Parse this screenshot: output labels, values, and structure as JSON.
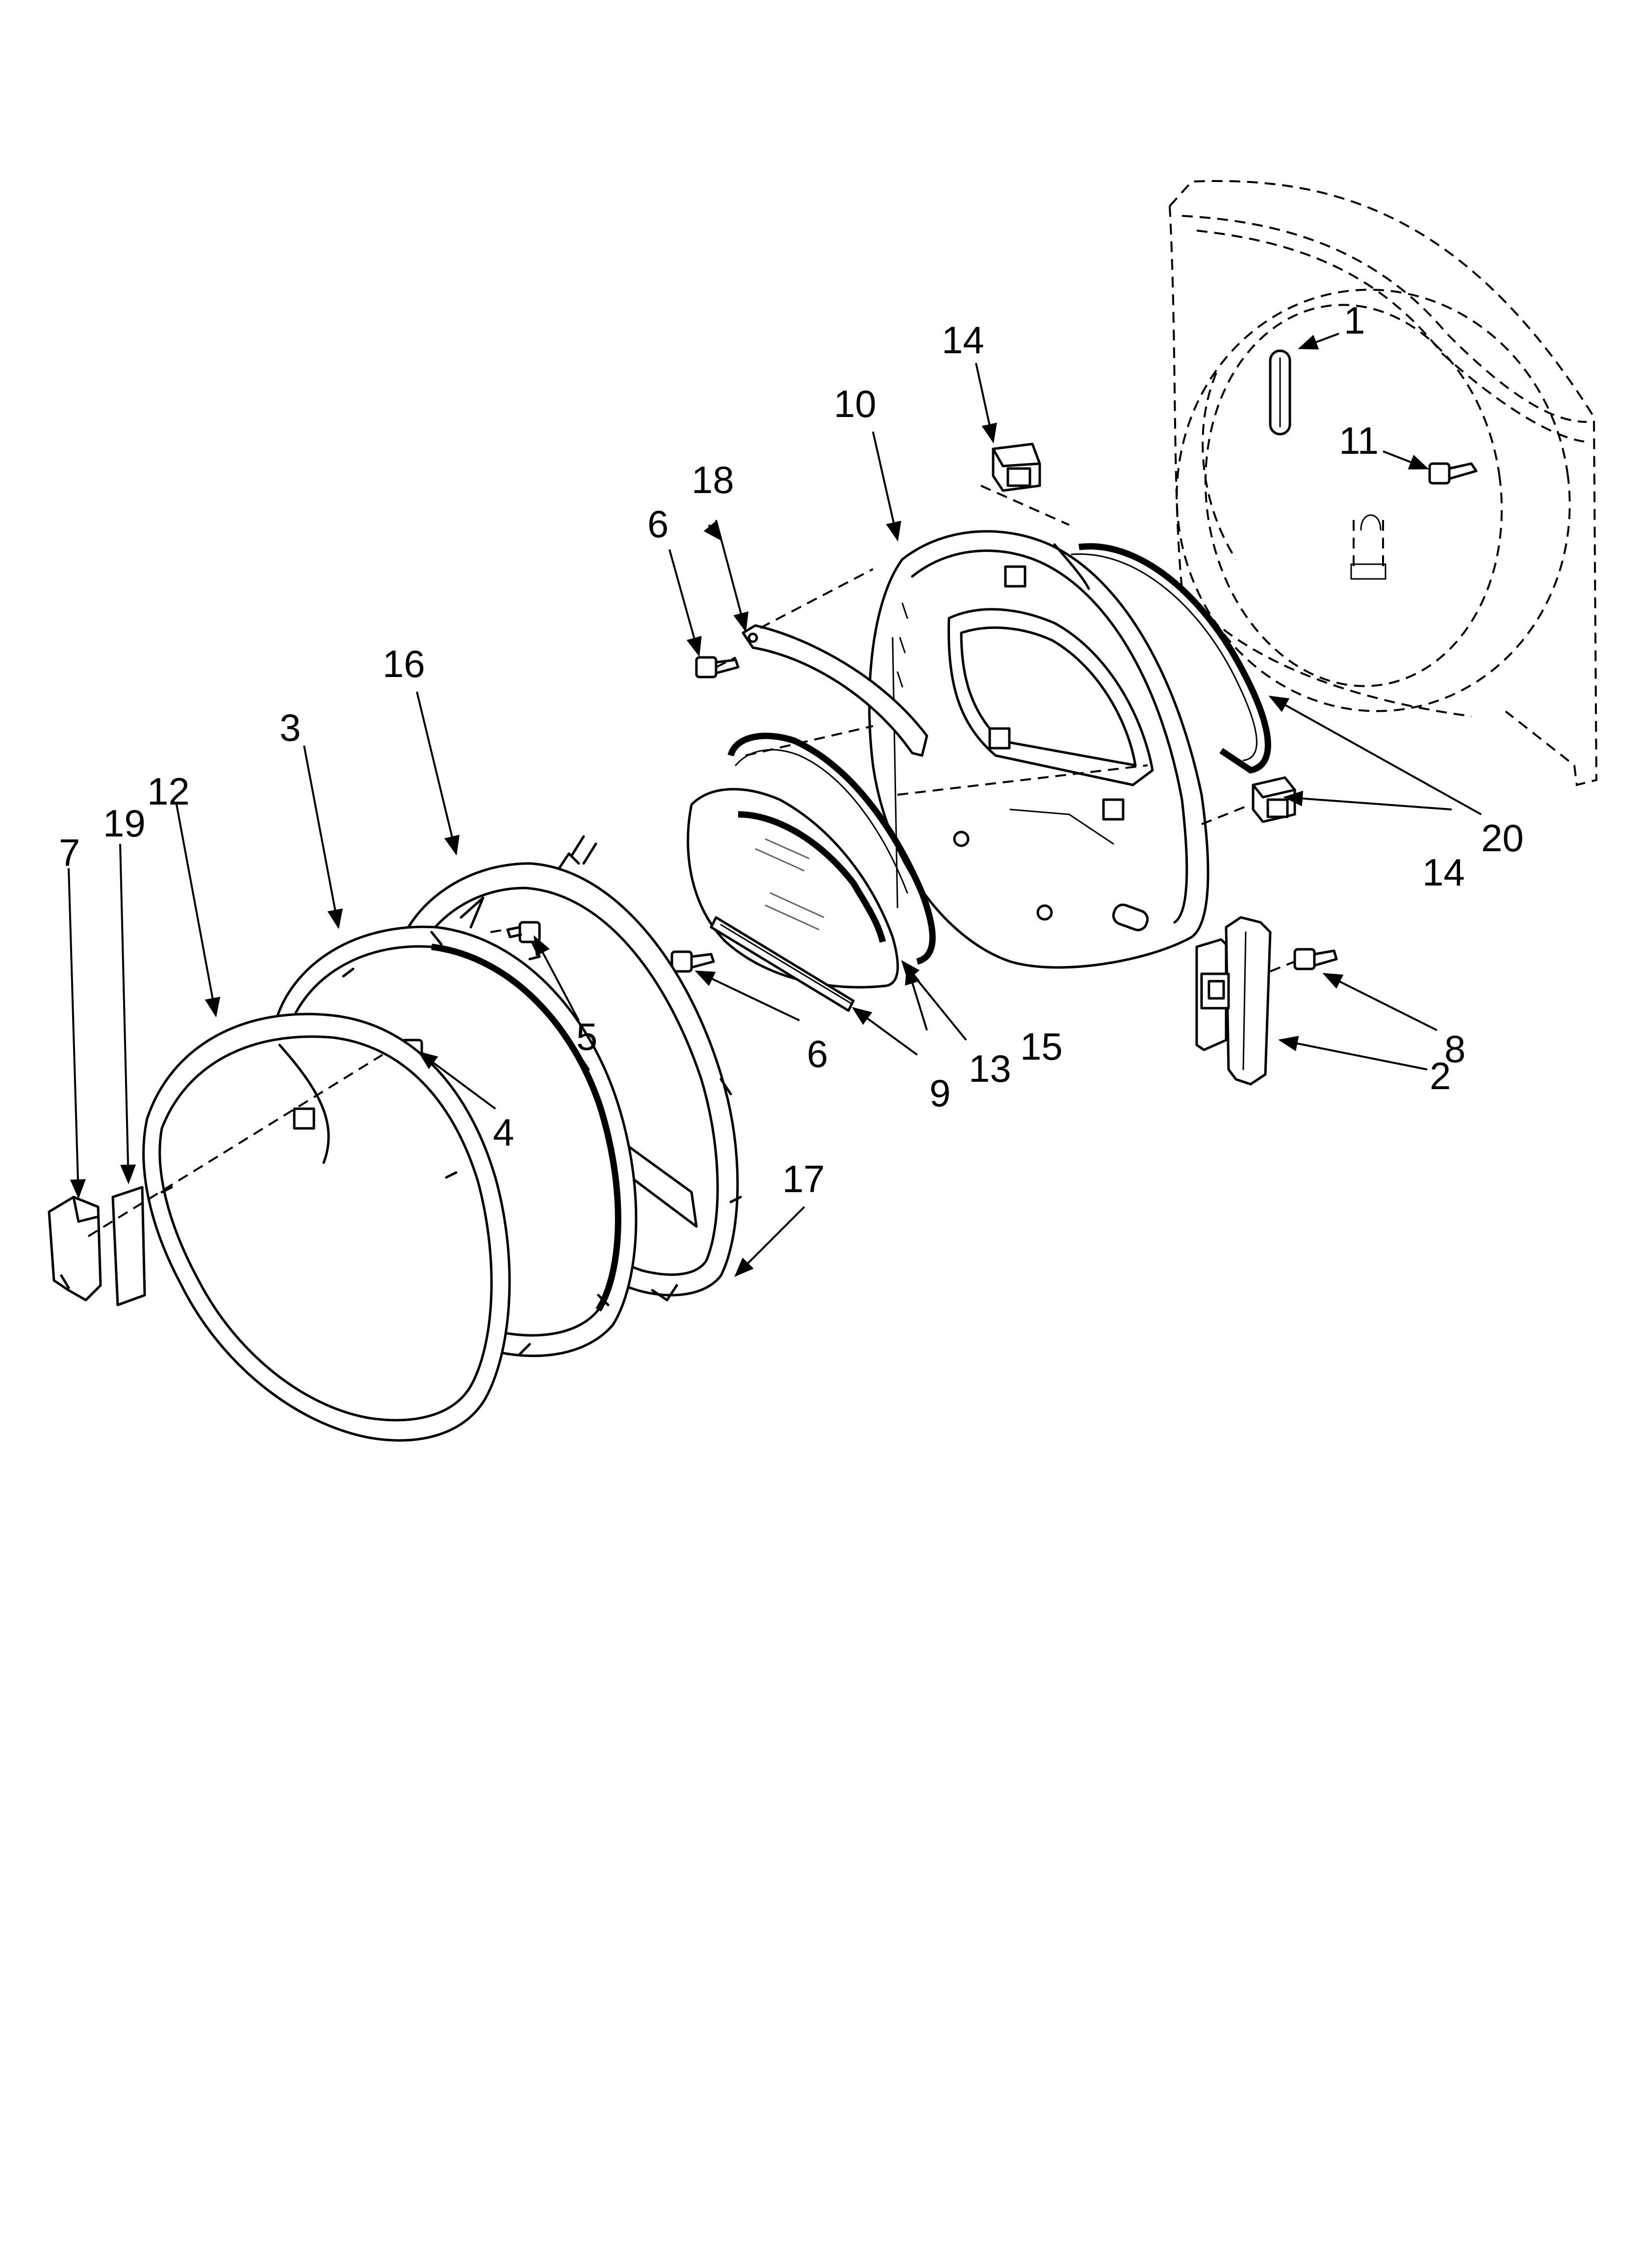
{
  "diagram": {
    "callouts": [
      {
        "id": "c1",
        "label": "1"
      },
      {
        "id": "c2",
        "label": "2"
      },
      {
        "id": "c3",
        "label": "3"
      },
      {
        "id": "c4",
        "label": "4"
      },
      {
        "id": "c5",
        "label": "5"
      },
      {
        "id": "c6a",
        "label": "6"
      },
      {
        "id": "c6b",
        "label": "6"
      },
      {
        "id": "c7",
        "label": "7"
      },
      {
        "id": "c8",
        "label": "8"
      },
      {
        "id": "c9",
        "label": "9"
      },
      {
        "id": "c10",
        "label": "10"
      },
      {
        "id": "c11",
        "label": "11"
      },
      {
        "id": "c12",
        "label": "12"
      },
      {
        "id": "c13",
        "label": "13"
      },
      {
        "id": "c14a",
        "label": "14"
      },
      {
        "id": "c14b",
        "label": "14"
      },
      {
        "id": "c15",
        "label": "15"
      },
      {
        "id": "c16",
        "label": "16"
      },
      {
        "id": "c17",
        "label": "17"
      },
      {
        "id": "c18",
        "label": "18"
      },
      {
        "id": "c19",
        "label": "19"
      },
      {
        "id": "c20",
        "label": "20"
      }
    ]
  }
}
